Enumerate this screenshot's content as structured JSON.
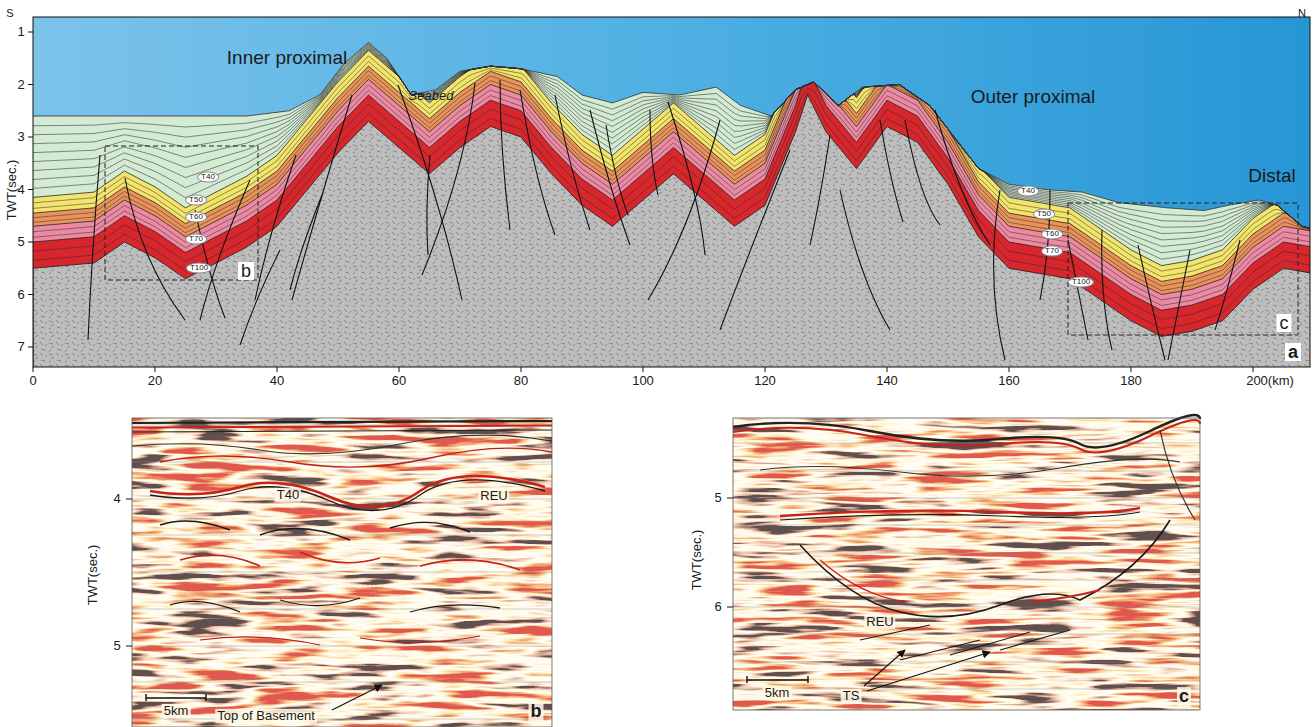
{
  "diagram": {
    "labels": [
      "S",
      "N",
      "Inner proximal",
      "Seabed",
      "Outer proximal",
      "Distal",
      "TWT(sec.)",
      "1",
      "2",
      "3",
      "4",
      "5",
      "6",
      "7",
      "0",
      "20",
      "40",
      "60",
      "80",
      "100",
      "120",
      "140",
      "160",
      "180",
      "200(km)",
      "T40",
      "T50",
      "T60",
      "T70",
      "T100",
      "b",
      "T40",
      "T50",
      "T60",
      "T70",
      "T100",
      "c",
      "a",
      "TWT(sec.)",
      "4",
      "5",
      "T40",
      "REU",
      "5km",
      "Top of Basement",
      "b",
      "TWT(sec.)",
      "5",
      "6",
      "REU",
      "5km",
      "TS",
      "c"
    ]
  }
}
